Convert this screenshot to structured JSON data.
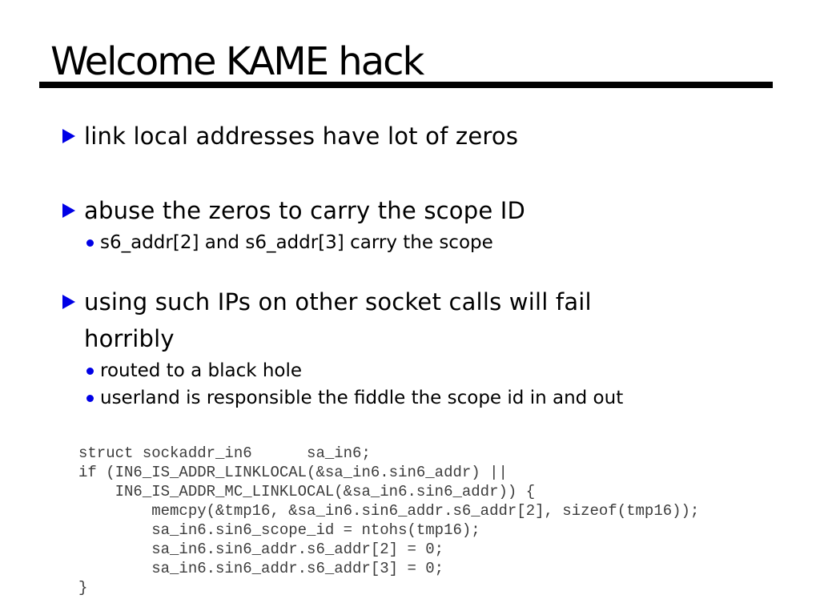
{
  "slide": {
    "title": "Welcome KAME hack",
    "bullets": [
      {
        "lines": [
          "link local addresses have lot of zeros"
        ],
        "subs": []
      },
      {
        "lines": [
          "abuse the zeros to carry the scope ID"
        ],
        "subs": [
          "s6_addr[2] and s6_addr[3] carry the scope"
        ]
      },
      {
        "lines": [
          "using such IPs on other socket calls will fail",
          "horribly"
        ],
        "subs": [
          "routed to a black hole",
          "userland is responsible the fiddle the scope id in and out"
        ]
      }
    ],
    "code_lines": [
      "struct sockaddr_in6      sa_in6;",
      "if (IN6_IS_ADDR_LINKLOCAL(&sa_in6.sin6_addr) ||",
      "    IN6_IS_ADDR_MC_LINKLOCAL(&sa_in6.sin6_addr)) {",
      "        memcpy(&tmp16, &sa_in6.sin6_addr.s6_addr[2], sizeof(tmp16));",
      "        sa_in6.sin6_scope_id = ntohs(tmp16);",
      "        sa_in6.sin6_addr.s6_addr[2] = 0;",
      "        sa_in6.sin6_addr.s6_addr[3] = 0;",
      "}"
    ],
    "colors": {
      "bullet_blue": "#0000e6",
      "title_black": "#000000",
      "code_gray": "#3c3c3c",
      "background": "#ffffff"
    }
  }
}
